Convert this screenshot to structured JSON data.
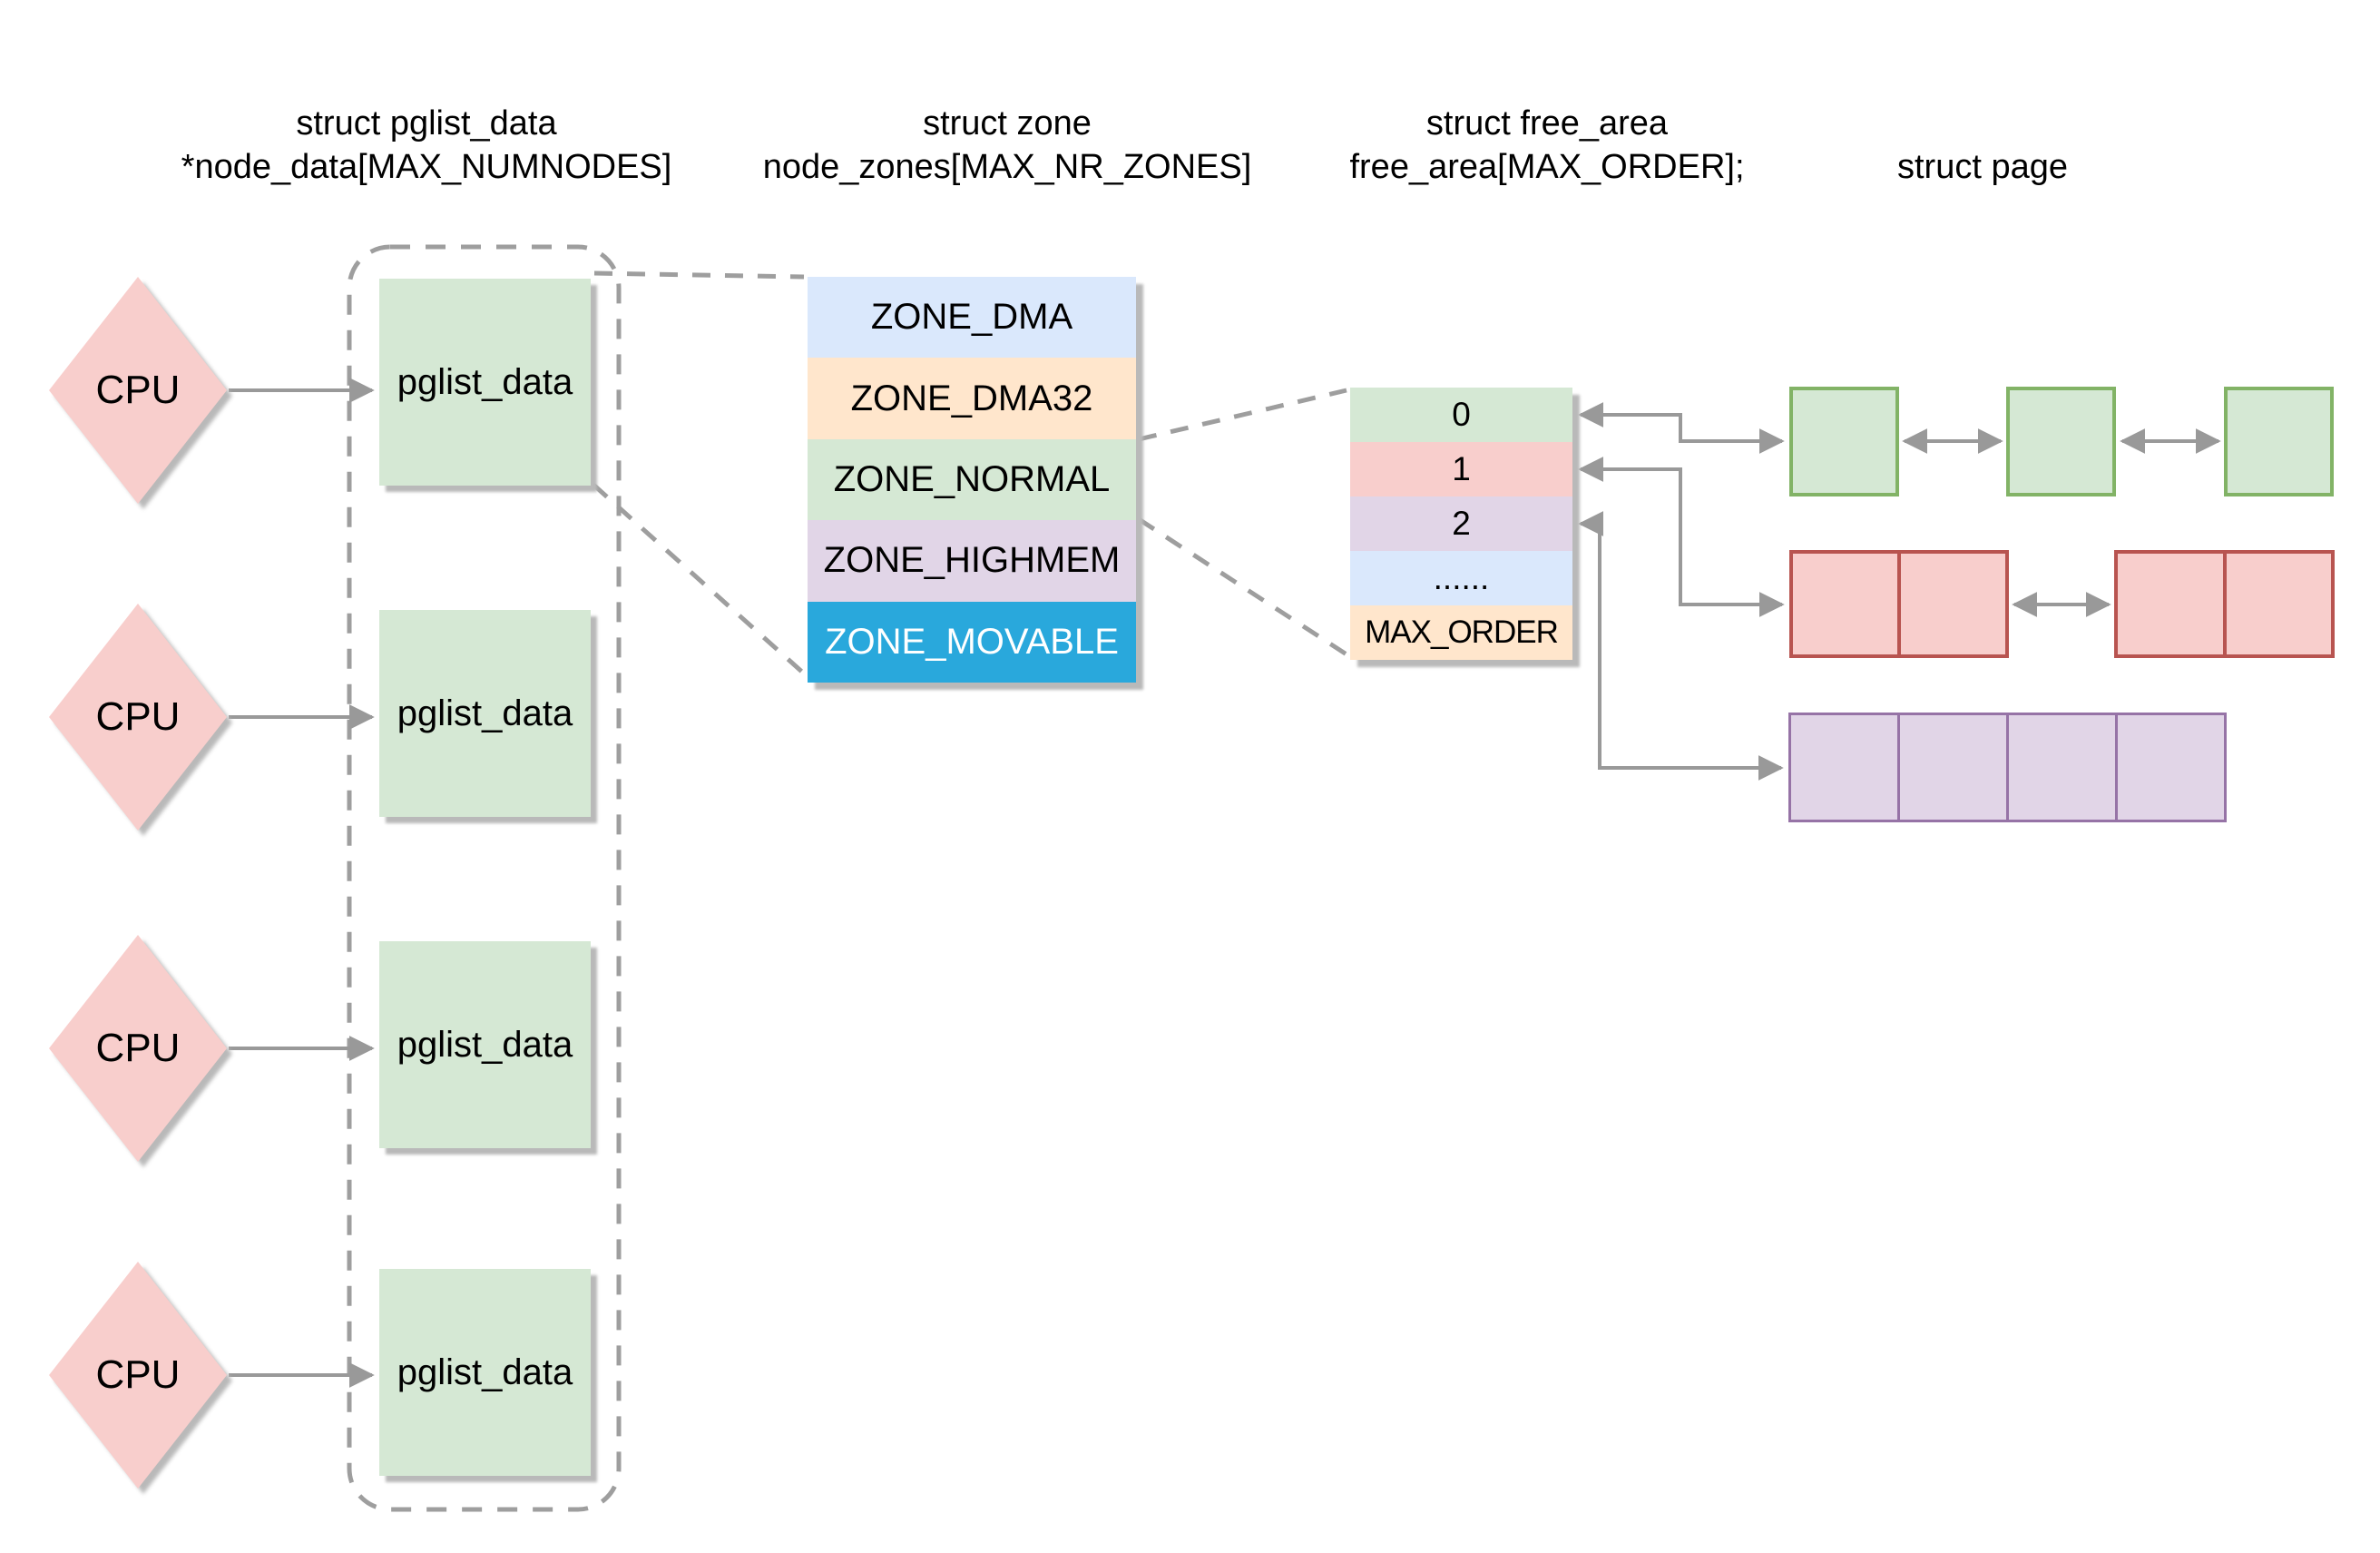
{
  "headers": {
    "pglist": {
      "line1": "struct pglist_data",
      "line2": "*node_data[MAX_NUMNODES]"
    },
    "zone": {
      "line1": "struct zone",
      "line2": "node_zones[MAX_NR_ZONES]"
    },
    "free_area": {
      "line1": "struct free_area",
      "line2": "free_area[MAX_ORDER];"
    },
    "page": {
      "line1": "struct page"
    }
  },
  "cpus": [
    {
      "label": "CPU"
    },
    {
      "label": "CPU"
    },
    {
      "label": "CPU"
    },
    {
      "label": "CPU"
    }
  ],
  "pglist_nodes": [
    {
      "label": "pglist_data"
    },
    {
      "label": "pglist_data"
    },
    {
      "label": "pglist_data"
    },
    {
      "label": "pglist_data"
    }
  ],
  "zone_rows": [
    {
      "label": "ZONE_DMA",
      "bg": "#dae8fc",
      "fg": "#000000"
    },
    {
      "label": "ZONE_DMA32",
      "bg": "#ffe6cc",
      "fg": "#000000"
    },
    {
      "label": "ZONE_NORMAL",
      "bg": "#d5e8d4",
      "fg": "#000000"
    },
    {
      "label": "ZONE_HIGHMEM",
      "bg": "#e1d5e7",
      "fg": "#000000"
    },
    {
      "label": "ZONE_MOVABLE",
      "bg": "#29a8dc",
      "fg": "#ffffff"
    }
  ],
  "free_area_rows": [
    {
      "label": "0",
      "bg": "#d5e8d4"
    },
    {
      "label": "1",
      "bg": "#f8cecc"
    },
    {
      "label": "2",
      "bg": "#e1d5e7"
    },
    {
      "label": "......",
      "bg": "#dae8fc"
    },
    {
      "label": "MAX_ORDER",
      "bg": "#ffe6cc"
    }
  ],
  "page_lists": {
    "order0": {
      "blocks": 3,
      "cells_per_block": 1,
      "color": "#d5e8d4",
      "stroke": "#82b366"
    },
    "order1": {
      "blocks": 2,
      "cells_per_block": 2,
      "color": "#f8cecc",
      "stroke": "#b85450"
    },
    "order2": {
      "blocks": 1,
      "cells_per_block": 4,
      "color": "#e1d5e7",
      "stroke": "#9673a6"
    }
  },
  "colors": {
    "cpu_fill": "#f8cecc",
    "pglist_fill": "#d5e8d4",
    "connector_gray": "#999999",
    "dashed_gray": "#9e9e9e",
    "shadow_gray": "#b9b9b9",
    "background": "#ffffff"
  }
}
